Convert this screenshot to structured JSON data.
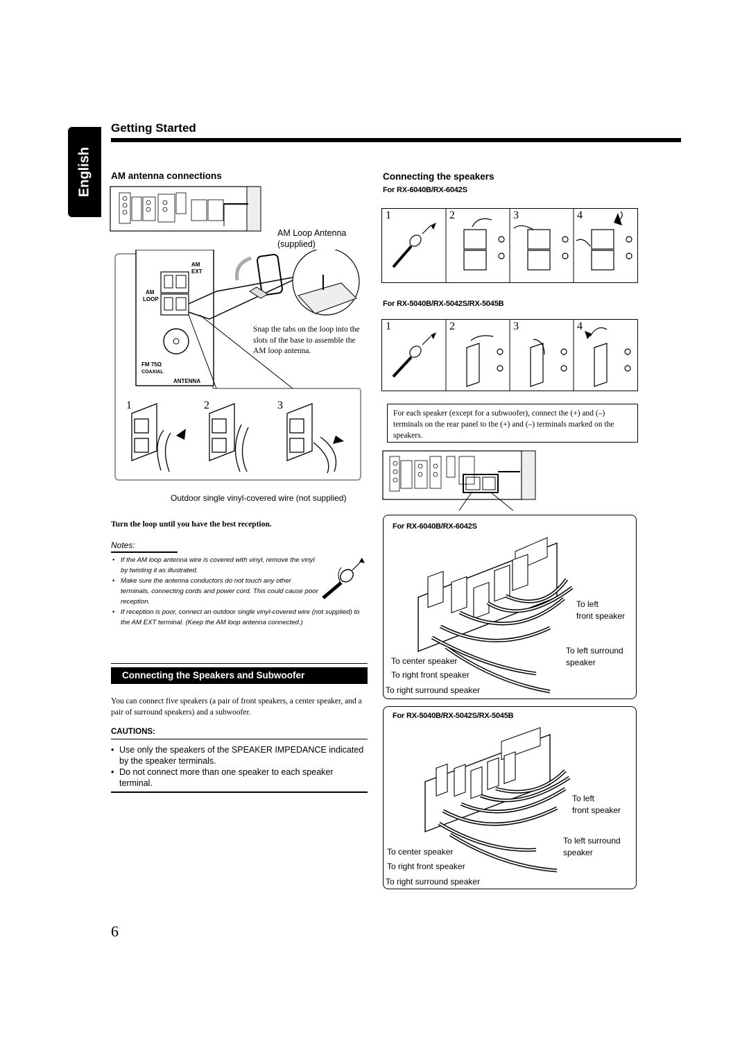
{
  "language_tab": "English",
  "page_title": "Getting Started",
  "am_section": {
    "heading": "AM antenna connections",
    "loop_label": "AM Loop Antenna\n(supplied)",
    "panel_labels": {
      "am_ext": "AM\nEXT",
      "am_loop": "AM\nLOOP",
      "fm": "FM 75Ω",
      "coaxial": "COAXIAL",
      "antenna": "ANTENNA"
    },
    "snap_note": "Snap the tabs on the loop into the slots of the base to assemble the AM loop antenna.",
    "steps": [
      "1",
      "2",
      "3"
    ],
    "outdoor_wire": "Outdoor single vinyl-covered wire (not supplied)",
    "turn_loop": "Turn the loop until you have the best reception.",
    "notes_heading": "Notes:",
    "notes": [
      "If the AM loop antenna wire is covered with vinyl, remove the vinyl by twisting it as illustrated.",
      "Make sure the antenna conductors do not touch any other terminals, connecting cords and power cord. This could cause poor reception.",
      "If reception is poor, connect an outdoor single vinyl-covered wire (not supplied) to the AM EXT terminal. (Keep the AM loop antenna connected.)"
    ]
  },
  "speakers_section": {
    "heading": "Connecting the Speakers and Subwoofer",
    "intro": "You can connect five speakers (a pair of front speakers, a center speaker, and a pair of surround speakers) and a subwoofer.",
    "cautions_heading": "CAUTIONS:",
    "cautions": [
      "Use only the speakers of the SPEAKER IMPEDANCE indicated by the speaker terminals.",
      "Do not connect more than one speaker to each speaker terminal."
    ]
  },
  "connecting_speakers": {
    "heading": "Connecting the speakers",
    "model_a": "For RX-6040B/RX-6042S",
    "model_b": "For RX-5040B/RX-5042S/RX-5045B",
    "steps": [
      "1",
      "2",
      "3",
      "4"
    ],
    "instruction": "For each speaker (except for a subwoofer), connect the (+) and (–) terminals on the rear panel to the (+) and (–) terminals marked on the speakers.",
    "diagram_a": {
      "model": "For RX-6040B/RX-6042S",
      "to_left_front": "To left\nfront speaker",
      "to_left_surround": "To left surround\nspeaker",
      "to_center": "To center speaker",
      "to_right_front": "To right front speaker",
      "to_right_surround": "To right surround speaker"
    },
    "diagram_b": {
      "model": "For RX-5040B/RX-5042S/RX-5045B",
      "to_left_front": "To left\nfront speaker",
      "to_left_surround": "To left surround\nspeaker",
      "to_center": "To center speaker",
      "to_right_front": "To right front speaker",
      "to_right_surround": "To right surround speaker"
    }
  },
  "page_number": "6"
}
